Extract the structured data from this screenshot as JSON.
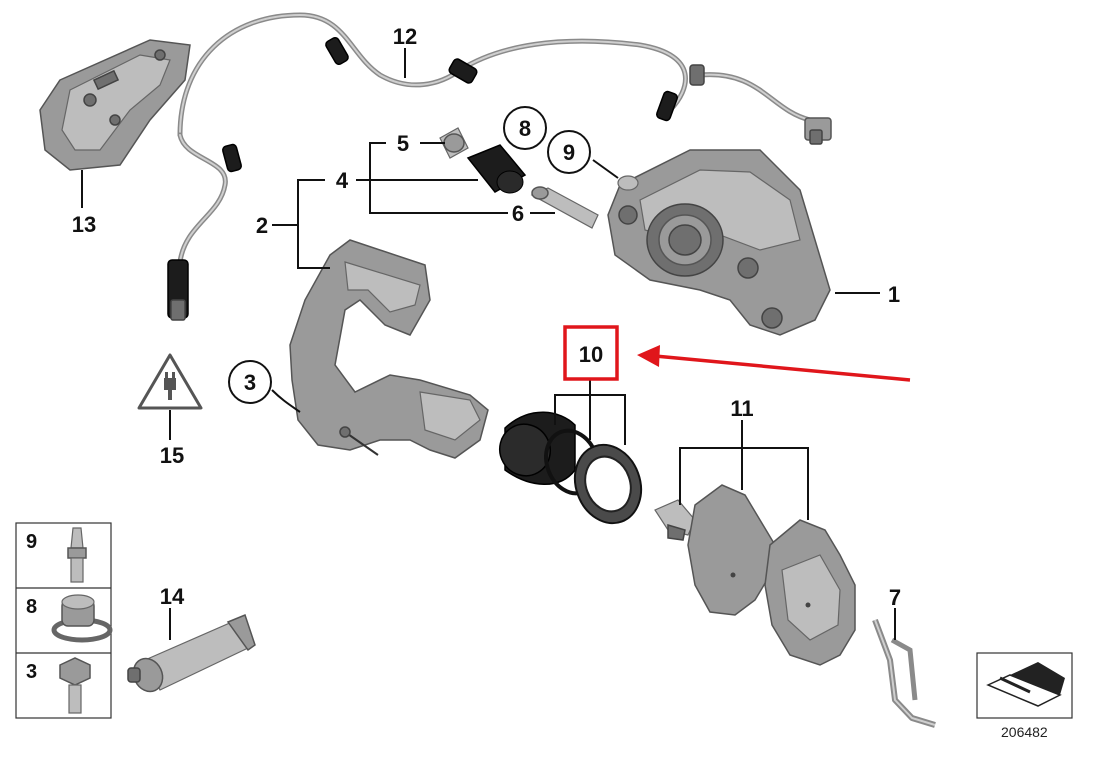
{
  "diagram": {
    "callouts": {
      "c1": "1",
      "c2": "2",
      "c3": "3",
      "c4": "4",
      "c5": "5",
      "c6": "6",
      "c7": "7",
      "c8": "8",
      "c9": "9",
      "c10": "10",
      "c11": "11",
      "c12": "12",
      "c13": "13",
      "c14": "14",
      "c15": "15"
    },
    "legend_box": {
      "row1": "9",
      "row2": "8",
      "row3": "3"
    },
    "reference_number": "206482",
    "highlight_color": "#e0161b",
    "icons": [
      "warning-triangle-plug-icon",
      "sheet-arrow-icon"
    ]
  }
}
